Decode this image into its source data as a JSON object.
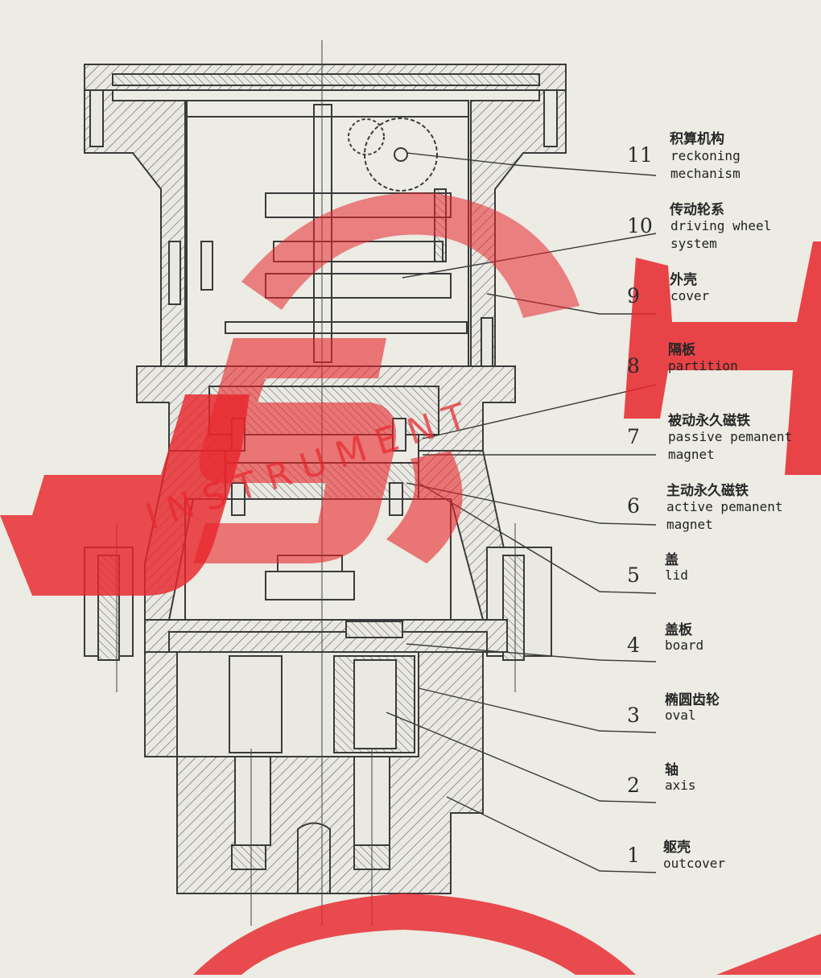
{
  "parts": [
    {
      "number": "11",
      "cn": "积算机构",
      "en": [
        "reckoning",
        "mechanism"
      ]
    },
    {
      "number": "10",
      "cn": "传动轮系",
      "en": [
        "driving wheel",
        "system"
      ]
    },
    {
      "number": "9",
      "cn": "外壳",
      "en": [
        "cover"
      ]
    },
    {
      "number": "8",
      "cn": "隔板",
      "en": [
        "partition"
      ]
    },
    {
      "number": "7",
      "cn": "被动永久磁铁",
      "en": [
        "passive pemanent",
        "magnet"
      ]
    },
    {
      "number": "6",
      "cn": "主动永久磁铁",
      "en": [
        "active pemanent",
        "magnet"
      ]
    },
    {
      "number": "5",
      "cn": "盖",
      "en": [
        "lid"
      ]
    },
    {
      "number": "4",
      "cn": "盖板",
      "en": [
        "board"
      ]
    },
    {
      "number": "3",
      "cn": "椭圆齿轮",
      "en": [
        "oval"
      ]
    },
    {
      "number": "2",
      "cn": "轴",
      "en": [
        "axis"
      ]
    },
    {
      "number": "1",
      "cn": "躯壳",
      "en": [
        "outcover"
      ]
    }
  ],
  "watermark": {
    "logo_text": "JSHO",
    "sub_text": "INSTRUMENT",
    "color": "#e8262c"
  }
}
